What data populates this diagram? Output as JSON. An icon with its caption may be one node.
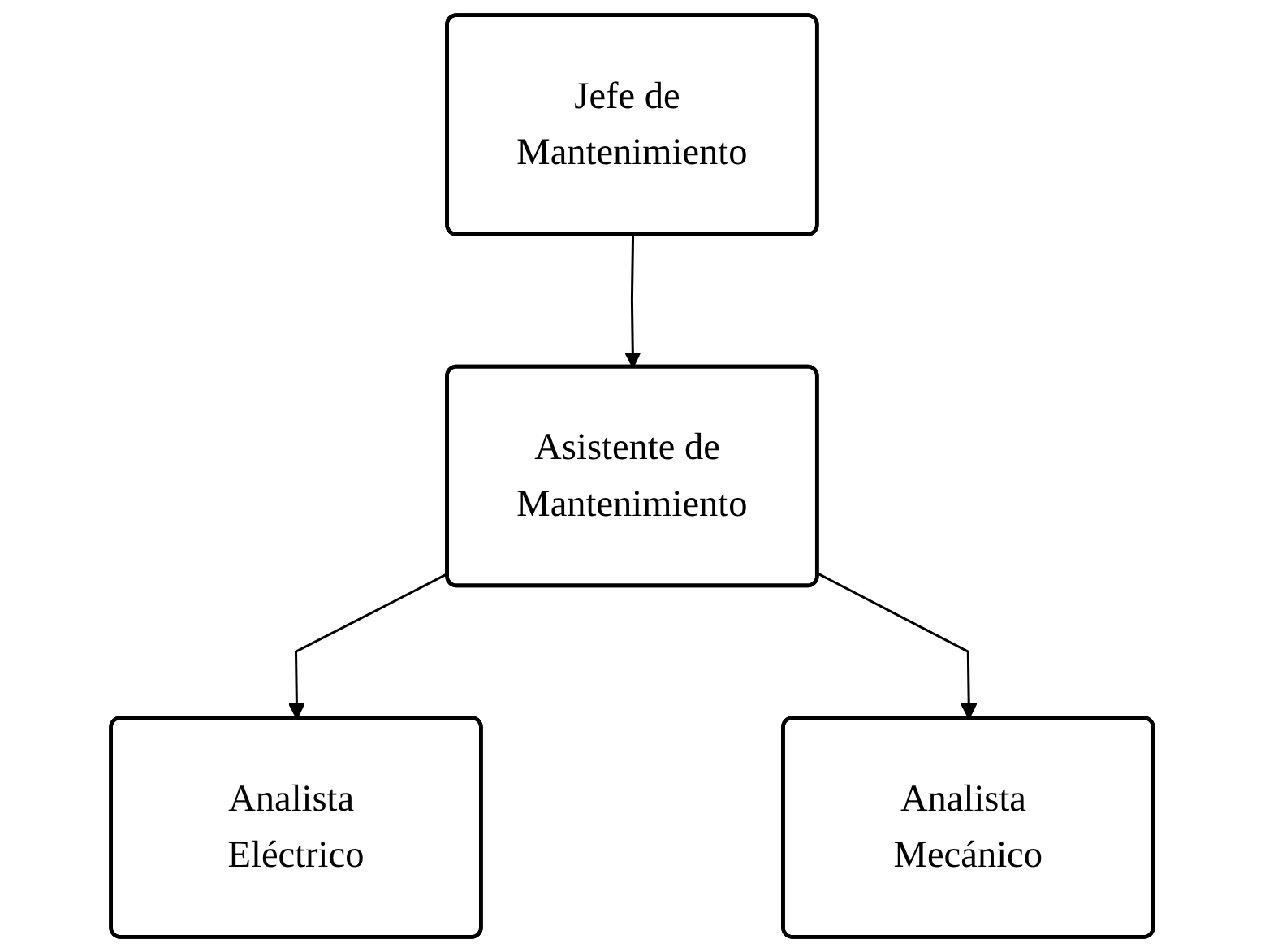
{
  "diagram": {
    "nodes": [
      {
        "text": [
          "Jefe de Mantenimiento"
        ]
      },
      {
        "text": [
          "Asistente de Mantenimiento"
        ]
      },
      {
        "text": [
          "Analista Eléctrico"
        ]
      },
      {
        "text": [
          "Analista Mecánico"
        ]
      }
    ],
    "edges": [
      {
        "from": 0,
        "to": 1,
        "arrow": "to"
      },
      {
        "from": 1,
        "to": 2,
        "arrow": "to"
      },
      {
        "from": 1,
        "to": 3,
        "arrow": "to"
      }
    ]
  }
}
